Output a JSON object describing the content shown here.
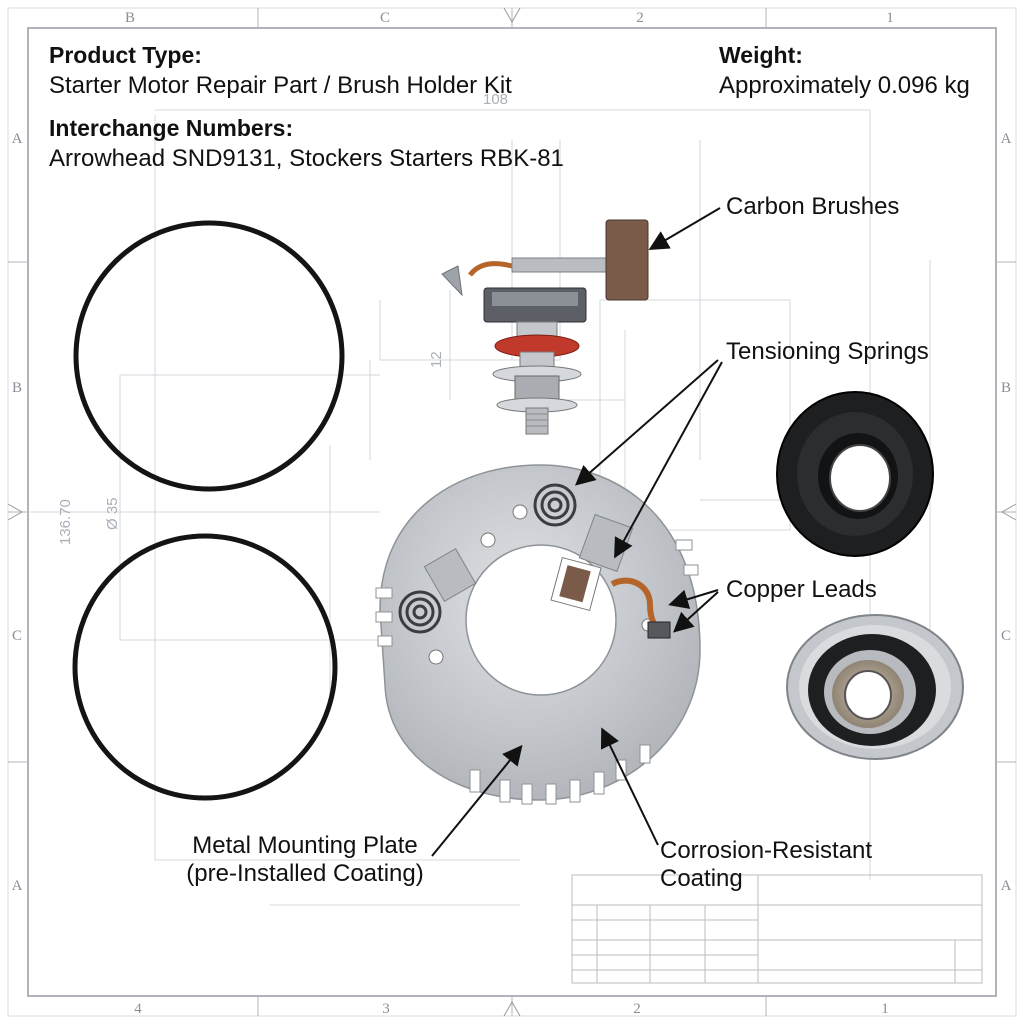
{
  "header": {
    "product_type_label": "Product Type:",
    "product_type_value": "Starter Motor Repair Part / Brush Holder Kit",
    "weight_label": "Weight:",
    "weight_value": "Approximately 0.096 kg",
    "interchange_label": "Interchange Numbers:",
    "interchange_value": "Arrowhead SND9131, Stockers Starters RBK-81"
  },
  "callouts": {
    "carbon_brushes": "Carbon Brushes",
    "tensioning_springs": "Tensioning Springs",
    "copper_leads": "Copper Leads",
    "mounting_plate_line1": "Metal Mounting Plate",
    "mounting_plate_line2": "(pre-Installed Coating)",
    "coating_line1": "Corrosion-Resistant",
    "coating_line2": "Coating"
  },
  "border": {
    "top_markers": [
      "B",
      "C",
      "2",
      "1"
    ],
    "bottom_markers": [
      "4",
      "3",
      "2",
      "1"
    ],
    "side_markers": [
      "A",
      "B",
      "C",
      "A"
    ]
  },
  "dimensions": {
    "width_108": "108",
    "height_12": "12",
    "dia_35": "Ø 35",
    "height_136": "136.70"
  },
  "colors": {
    "ink": "#111111",
    "blueprint_line": "#c9ced6",
    "plate_metal": "#c4c7cb",
    "brush_carbon": "#7a5a48",
    "copper": "#b5652a",
    "rubber": "#1a1a1a",
    "red_washer": "#c0392b"
  }
}
